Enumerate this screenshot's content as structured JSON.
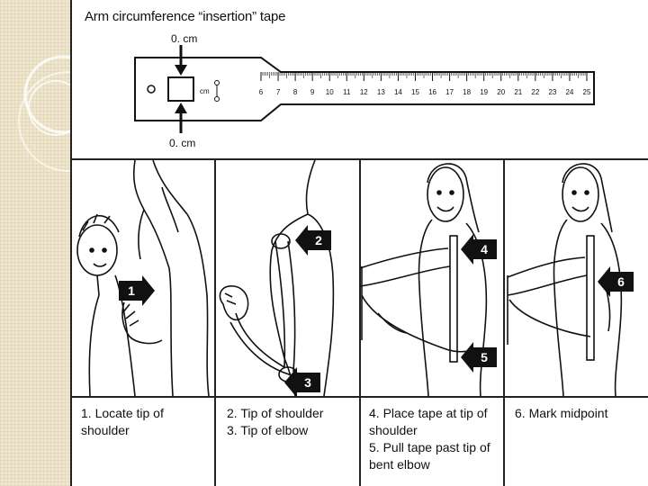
{
  "tape": {
    "title": "Arm circumference “insertion” tape",
    "zero_top_label": "0. cm",
    "zero_bottom_label": "0. cm",
    "cm_label": "cm",
    "scale_numbers": [
      "6",
      "7",
      "8",
      "9",
      "10",
      "11",
      "12",
      "13",
      "14",
      "15",
      "16",
      "17",
      "18",
      "19",
      "20",
      "21",
      "22",
      "23",
      "24",
      "25"
    ]
  },
  "steps": [
    {
      "id": "1",
      "marker": "1"
    },
    {
      "id": "2",
      "marker": "2"
    },
    {
      "id": "3",
      "marker": "3"
    },
    {
      "id": "4",
      "marker": "4"
    },
    {
      "id": "5",
      "marker": "5"
    },
    {
      "id": "6",
      "marker": "6"
    }
  ],
  "captions": {
    "panel1": [
      "1.  Locate tip of",
      "shoulder"
    ],
    "panel2": [
      "2.  Tip of shoulder",
      "3.  Tip of elbow"
    ],
    "panel3": [
      "4.  Place tape at tip of",
      "shoulder",
      "5.  Pull tape past tip of",
      "bent elbow"
    ],
    "panel4": [
      "6.  Mark midpoint"
    ]
  }
}
